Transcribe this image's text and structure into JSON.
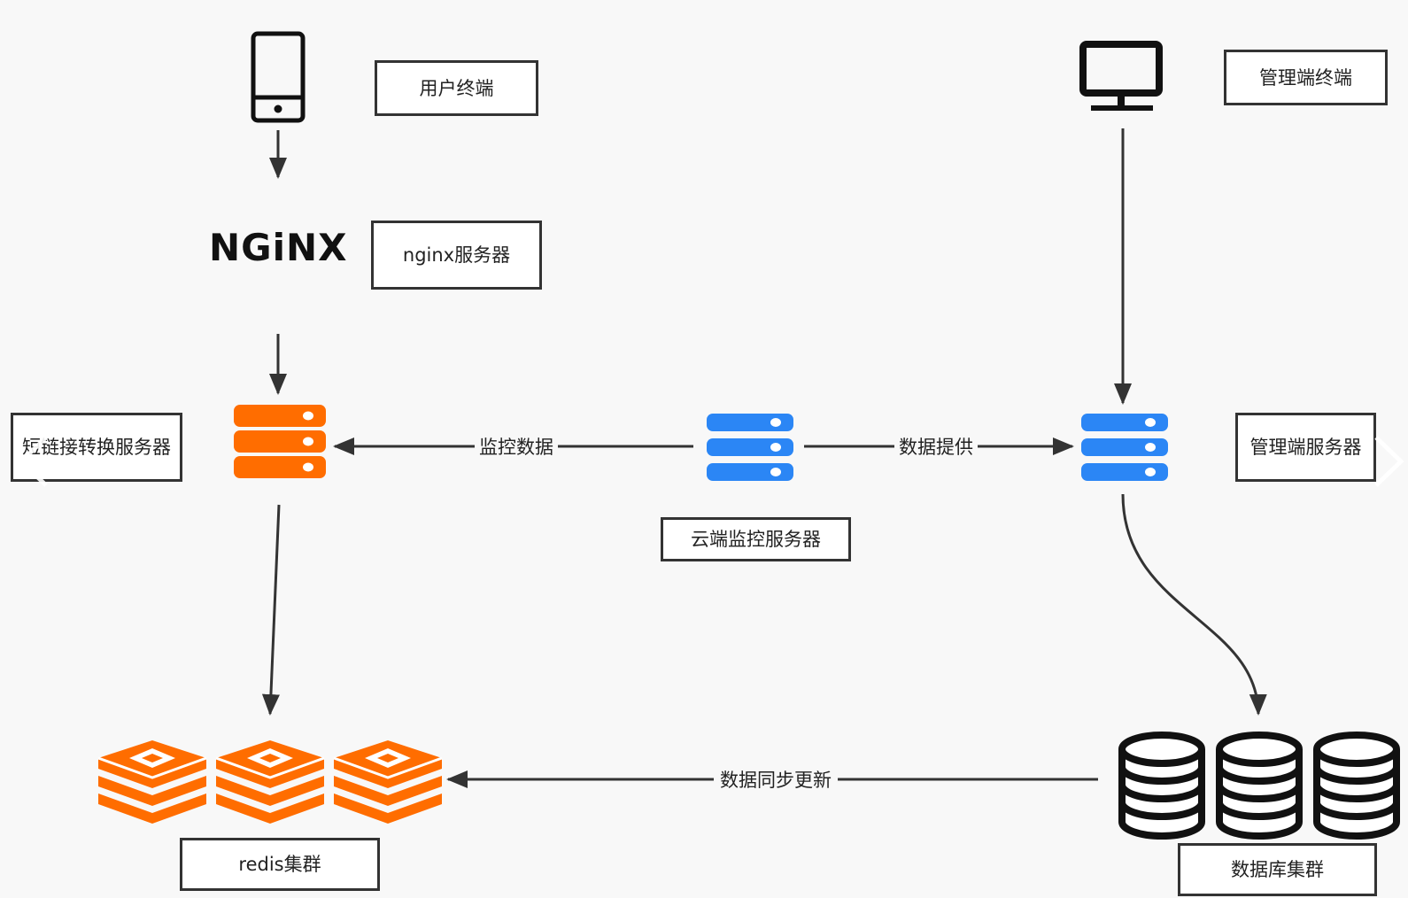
{
  "nodes": {
    "user_terminal": {
      "label": "用户终端",
      "icon": "mobile-phone-icon"
    },
    "nginx": {
      "logo_text": "NGiNX",
      "label": "nginx服务器"
    },
    "short_link_server": {
      "label": "短链接转换服务器",
      "icon": "server-icon",
      "color": "#ff6d00"
    },
    "cloud_monitor_server": {
      "label": "云端监控服务器",
      "icon": "server-icon",
      "color": "#2b86f5"
    },
    "admin_server": {
      "label": "管理端服务器",
      "icon": "server-icon",
      "color": "#2b86f5"
    },
    "admin_terminal": {
      "label": "管理端终端",
      "icon": "monitor-icon"
    },
    "redis_cluster": {
      "label": "redis集群",
      "icon": "redis-icon",
      "color": "#ff6d00"
    },
    "db_cluster": {
      "label": "数据库集群",
      "icon": "database-icon"
    }
  },
  "edges": {
    "monitor_data": "监控数据",
    "data_supply": "数据提供",
    "data_sync": "数据同步更新"
  },
  "colors": {
    "line": "#333333",
    "orange": "#ff6d00",
    "blue": "#2b86f5"
  }
}
